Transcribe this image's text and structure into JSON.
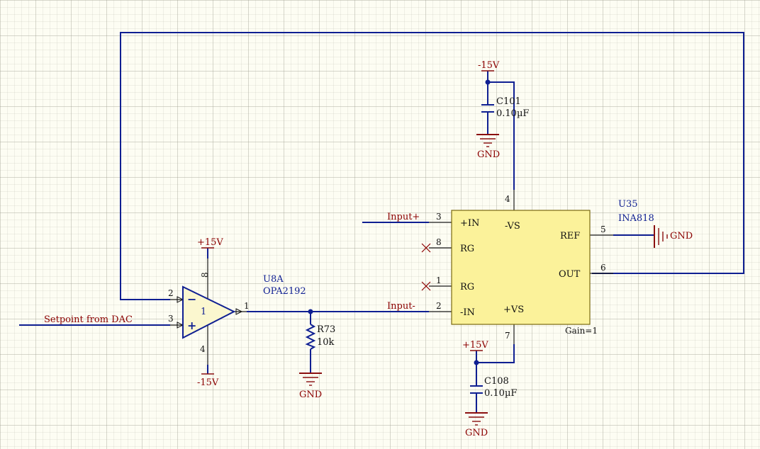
{
  "opamp": {
    "designator": "U8A",
    "part": "OPA2192",
    "unit": "1",
    "pins": {
      "inv": "2",
      "noninv": "3",
      "out": "1",
      "vplus": "8",
      "vminus": "4"
    },
    "minus_sign": "−",
    "plus_sign": "+"
  },
  "ina": {
    "designator": "U35",
    "part": "INA818",
    "gain": "Gain=1",
    "pin_labels": {
      "in_plus": "+IN",
      "rg_top": "RG",
      "rg_bot": "RG",
      "in_minus": "-IN",
      "vs_minus": "-VS",
      "vs_plus": "+VS",
      "ref": "REF",
      "out": "OUT"
    },
    "pins": {
      "in_plus": "3",
      "rg_top": "8",
      "rg_bot": "1",
      "in_minus": "2",
      "vs_minus": "4",
      "vs_plus": "7",
      "ref": "5",
      "out": "6"
    }
  },
  "resistor": {
    "designator": "R73",
    "value": "10k"
  },
  "capacitors": [
    {
      "designator": "C101",
      "value": "0.10µF"
    },
    {
      "designator": "C108",
      "value": "0.10µF"
    }
  ],
  "power": {
    "opamp_top": "+15V",
    "opamp_bottom": "-15V",
    "ina_top_cap": "-15V",
    "ina_bottom_cap": "+15V"
  },
  "grounds": {
    "c101": "GND",
    "r73": "GND",
    "c108": "GND",
    "ref": "GND"
  },
  "nets": {
    "setpoint": "Setpoint from DAC",
    "input_plus": "Input+",
    "input_minus": "Input-"
  },
  "colors": {
    "wire": "#0f1f92",
    "net_label": "#8b0000",
    "component_fill": "#fbf29a",
    "component_border": "#7a6a10",
    "background": "#fdfdf3"
  }
}
